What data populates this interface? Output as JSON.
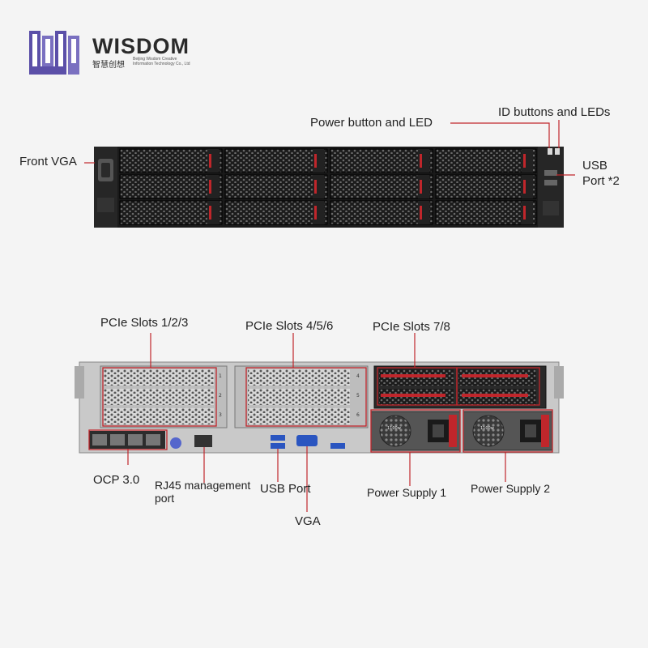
{
  "brand": {
    "name": "WISDOM",
    "chinese_name": "智慧创想",
    "tagline_line1": "Beijing Wisdom Creative",
    "tagline_line2": "Information Technology Co., Ltd",
    "logo_color": "#5b4fa8"
  },
  "front_panel": {
    "labels": {
      "front_vga": "Front VGA",
      "power_button": "Power button and LED",
      "id_buttons": "ID buttons and LEDs",
      "usb_line1": "USB",
      "usb_line2": "Port *2"
    }
  },
  "rear_panel": {
    "labels": {
      "pcie_123": "PCIe Slots 1/2/3",
      "pcie_456": "PCIe Slots 4/5/6",
      "pcie_78": "PCIe Slots 7/8",
      "ocp": "OCP 3.0",
      "rj45_line1": "RJ45  management",
      "rj45_line2": "port",
      "usb_port": "USB Port",
      "vga": "VGA",
      "psu1": "Power Supply 1",
      "psu2": "Power Supply 2"
    },
    "slot_numbers_left": [
      "1",
      "2",
      "3"
    ],
    "slot_numbers_right": [
      "4",
      "5",
      "6"
    ],
    "psu_rating": "1100w"
  },
  "colors": {
    "callout": "#c0262b",
    "chassis": "#1a1a1a",
    "rear_chassis": "#c9c9c9"
  }
}
